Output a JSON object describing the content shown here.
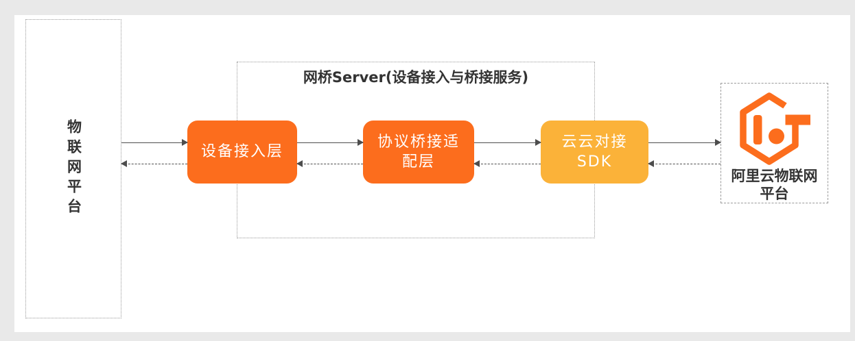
{
  "colors": {
    "background": "#E9E9E9",
    "card": "#FFFFFF",
    "node_orange": "#FC6D1D",
    "node_amber": "#FBB239",
    "brand_orange": "#FC6D1D",
    "text_dark": "#333333",
    "node_text": "#FFFFFF",
    "arrow": "#4D4D4D",
    "panel_border": "#999999",
    "white": "#FFFFFF"
  },
  "left_platform": {
    "label": "物联网平台"
  },
  "bridge_server": {
    "title": "网桥Server(设备接入与桥接服务)",
    "nodes": [
      {
        "name": "device-access-layer",
        "lines": [
          "设备接入层"
        ]
      },
      {
        "name": "protocol-bridge-adapter-layer",
        "lines": [
          "协议桥接适",
          "配层"
        ]
      },
      {
        "name": "cloud-cloud-sdk",
        "lines": [
          "云云对接",
          "SDK"
        ]
      }
    ]
  },
  "aliyun_platform": {
    "logo_icon": "aliyun-iot-logo",
    "label_lines": [
      "阿里云物联网",
      "平台"
    ]
  }
}
